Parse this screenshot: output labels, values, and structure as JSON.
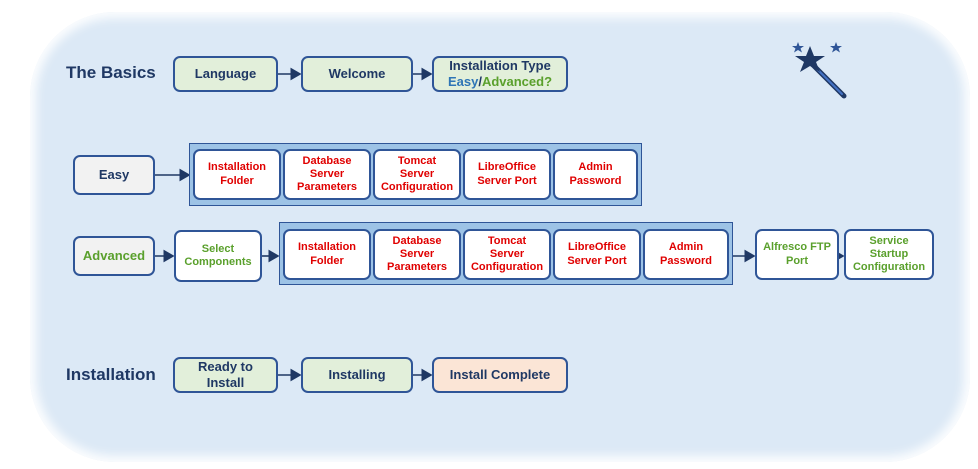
{
  "rows": {
    "basics": {
      "label": "The Basics",
      "steps": [
        "Language",
        "Welcome"
      ],
      "install_type": {
        "title": "Installation Type",
        "easy": "Easy",
        "sep": "/",
        "advanced": "Advanced?"
      }
    },
    "easy": {
      "label": "Easy",
      "steps": [
        [
          "Installation",
          "Folder"
        ],
        [
          "Database",
          "Server",
          "Parameters"
        ],
        [
          "Tomcat",
          "Server",
          "Configuration"
        ],
        [
          "LibreOffice",
          "Server Port"
        ],
        [
          "Admin",
          "Password"
        ]
      ]
    },
    "advanced": {
      "label": "Advanced",
      "select": [
        "Select",
        "Components"
      ],
      "steps": [
        [
          "Installation",
          "Folder"
        ],
        [
          "Database",
          "Server",
          "Parameters"
        ],
        [
          "Tomcat",
          "Server",
          "Configuration"
        ],
        [
          "LibreOffice",
          "Server Port"
        ],
        [
          "Admin",
          "Password"
        ]
      ],
      "extra": [
        [
          "Alfresco FTP",
          "Port"
        ],
        [
          "Service",
          "Startup",
          "Configuration"
        ]
      ]
    },
    "installation": {
      "label": "Installation",
      "steps": [
        [
          "Ready to",
          "Install"
        ],
        [
          "Installing"
        ],
        [
          "Install Complete"
        ]
      ]
    }
  },
  "colors": {
    "navy": "#1f3864",
    "red": "#e00000",
    "green_text": "#5aa02c",
    "border": "#2f5597"
  },
  "icon": "magic-wand-icon"
}
